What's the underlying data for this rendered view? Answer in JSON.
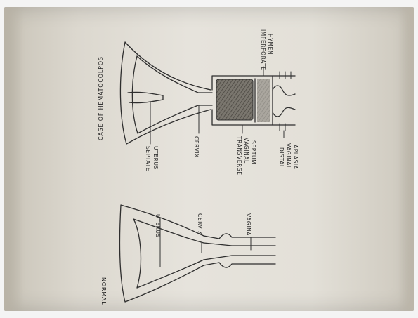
{
  "normal": {
    "title": "NORMAL",
    "labels": {
      "uterus": "UTERUS",
      "cervix": "CERVIX",
      "vagina": "VAGINA"
    }
  },
  "case": {
    "title": "CASE OF HEMATOCOLPOS",
    "labels": {
      "septate_uterus_1": "SEPTATE",
      "septate_uterus_2": "UTERUS",
      "cervix": "CERVIX",
      "transverse_1": "TRANSVERSE",
      "transverse_2": "VAGINAL",
      "transverse_3": "SEPTUM",
      "distal_1": "DISTAL",
      "distal_2": "VAGINAL",
      "distal_3": "APLASIA",
      "hymen_1": "IMPERFORATE",
      "hymen_2": "HYMEN"
    }
  },
  "colors": {
    "ink": "#2e2e2e",
    "paper": "#e3e0d8",
    "fill": "#6a665f"
  }
}
